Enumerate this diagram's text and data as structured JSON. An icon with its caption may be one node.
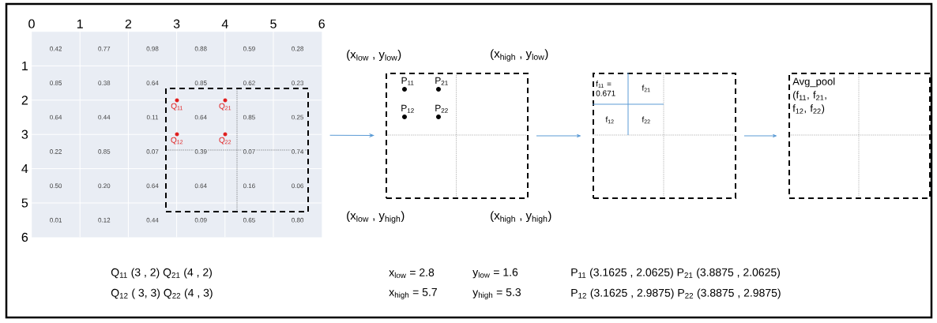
{
  "diagram": {
    "nodes": [
      {
        "text": [],
        "shape": "box"
      },
      {
        "text": [
          "P$_{11}$",
          "P$_{21}$",
          "P$_{12}$",
          "P$_{22}$"
        ],
        "beside": [
          "(x$_{low}$ , y$_{low}$)",
          "(x$_{high}$ , y$_{low}$)",
          "(x$_{low}$ , y$_{high}$)",
          "(x$_{high}$ , y$_{high}$)"
        ]
      },
      {
        "text": [
          "f$_{11}$ = 0.671",
          "f$_{21}$",
          "f$_{12}$",
          "f$_{22}$"
        ]
      },
      {
        "text": [
          "Avg_pool (f$_{11}$, f$_{21}$, f$_{12}$, f$_{22}$)"
        ]
      }
    ],
    "edges": [
      {
        "from": 0,
        "to": 1,
        "arrow": "to"
      },
      {
        "from": 1,
        "to": 2,
        "arrow": "to"
      },
      {
        "from": 2,
        "to": 3,
        "arrow": "to"
      }
    ],
    "labels": [
      "0",
      "1",
      "2",
      "3",
      "4",
      "5",
      "6",
      "1",
      "2",
      "3",
      "4",
      "5",
      "6",
      "0.42",
      "0.77",
      "0.98",
      "0.88",
      "0.59",
      "0.28",
      "0.85",
      "0.38",
      "0.64",
      "0.85",
      "0.62",
      "0.23",
      "0.64",
      "0.44",
      "0.11",
      "0.64",
      "0.85",
      "0.25",
      "0.22",
      "0.85",
      "0.07",
      "0.39",
      "0.07",
      "0.74",
      "0.50",
      "0.20",
      "0.64",
      "0.64",
      "0.16",
      "0.06",
      "0.01",
      "0.12",
      "0.44",
      "0.09",
      "0.65",
      "0.80",
      "Q$_{11}$",
      "Q$_{21}$",
      "Q$_{12}$",
      "Q$_{22}$",
      "Q$_{11}$ (3 , 2) Q$_{21}$ (4 , 2)",
      "Q$_{12}$ ( 3, 3) Q$_{22}$ (4 , 3)",
      "x$_{low}$ = 2.8",
      "y$_{low}$ = 1.6",
      "x$_{high}$ = 5.7",
      "y$_{high}$ = 5.3",
      "P$_{11}$ (3.1625 , 2.0625) P$_{21}$ (3.8875 , 2.0625)",
      "P$_{12}$ (3.1625 , 2.9875) P$_{22}$ (3.8875 , 2.9875)"
    ]
  }
}
